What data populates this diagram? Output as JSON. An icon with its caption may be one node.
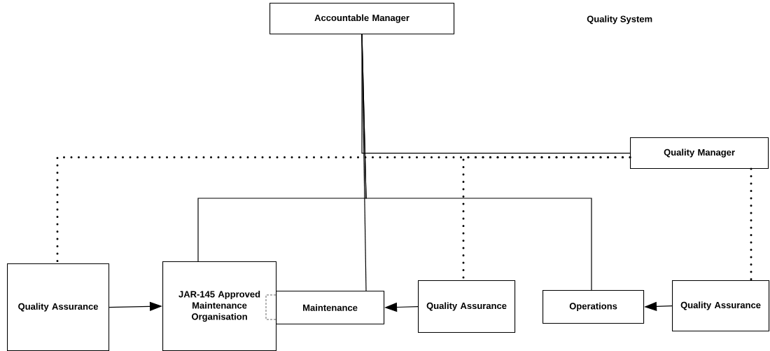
{
  "diagram": {
    "title": "Quality System",
    "nodes": [
      {
        "text": [
          "Accountable Manager"
        ]
      },
      {
        "text": [
          "Quality Manager"
        ]
      },
      {
        "text": [
          "Quality Assurance"
        ]
      },
      {
        "text": [
          "JAR-145 Approved Maintenance Organisation"
        ]
      },
      {
        "text": [
          "Maintenance"
        ]
      },
      {
        "text": [
          "Quality Assurance"
        ]
      },
      {
        "text": [
          "Operations"
        ]
      },
      {
        "text": [
          "Quality Assurance"
        ]
      }
    ],
    "edges": [
      {
        "from": 0,
        "to": 1,
        "arrow": "none"
      },
      {
        "from": 0,
        "to": 3,
        "arrow": "none"
      },
      {
        "from": 0,
        "to": 4,
        "arrow": "none"
      },
      {
        "from": 0,
        "to": 6,
        "arrow": "none"
      },
      {
        "from": 1,
        "to": 2,
        "arrow": "none",
        "style": "dashed"
      },
      {
        "from": 1,
        "to": 5,
        "arrow": "none",
        "style": "dashed"
      },
      {
        "from": 1,
        "to": 7,
        "arrow": "none",
        "style": "dashed"
      },
      {
        "from": 2,
        "to": 3,
        "arrow": "to"
      },
      {
        "from": 5,
        "to": 4,
        "arrow": "to"
      },
      {
        "from": 7,
        "to": 6,
        "arrow": "to"
      }
    ]
  }
}
